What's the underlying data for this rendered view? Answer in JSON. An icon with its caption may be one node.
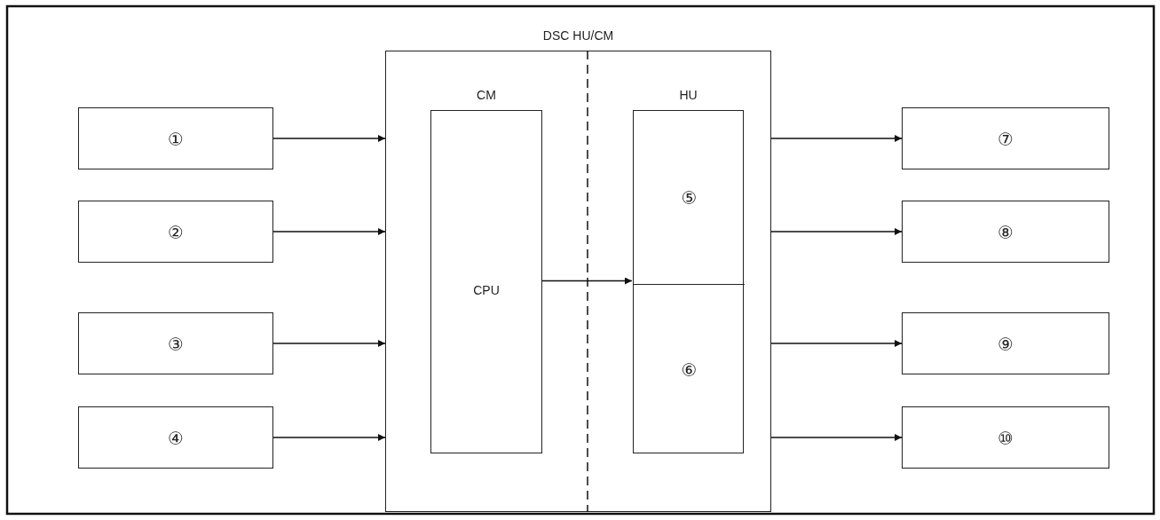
{
  "diagram": {
    "nodes": [
      {
        "text": [
          "①"
        ]
      },
      {
        "text": [
          "②"
        ]
      },
      {
        "text": [
          "③"
        ]
      },
      {
        "text": [
          "④"
        ]
      },
      {
        "text": [
          "DSC HU/CM"
        ]
      },
      {
        "text": [
          "CM",
          "CPU"
        ],
        "in": 4
      },
      {
        "text": [
          "HU"
        ],
        "in": 4
      },
      {
        "text": [
          "⑤"
        ],
        "in": 6
      },
      {
        "text": [
          "⑥"
        ],
        "in": 6
      },
      {
        "text": [
          "⑦"
        ]
      },
      {
        "text": [
          "⑧"
        ]
      },
      {
        "text": [
          "⑨"
        ]
      },
      {
        "text": [
          "⑩"
        ]
      }
    ],
    "edges": [
      {
        "from": 0,
        "to": 4,
        "arrow": "to"
      },
      {
        "from": 1,
        "to": 4,
        "arrow": "to"
      },
      {
        "from": 2,
        "to": 4,
        "arrow": "to"
      },
      {
        "from": 3,
        "to": 4,
        "arrow": "to"
      },
      {
        "from": 5,
        "to": 6,
        "arrow": "to"
      },
      {
        "from": 4,
        "to": 9,
        "arrow": "to"
      },
      {
        "from": 4,
        "to": 10,
        "arrow": "to"
      },
      {
        "from": 4,
        "to": 11,
        "arrow": "to"
      },
      {
        "from": 4,
        "to": 12,
        "arrow": "to"
      }
    ]
  }
}
